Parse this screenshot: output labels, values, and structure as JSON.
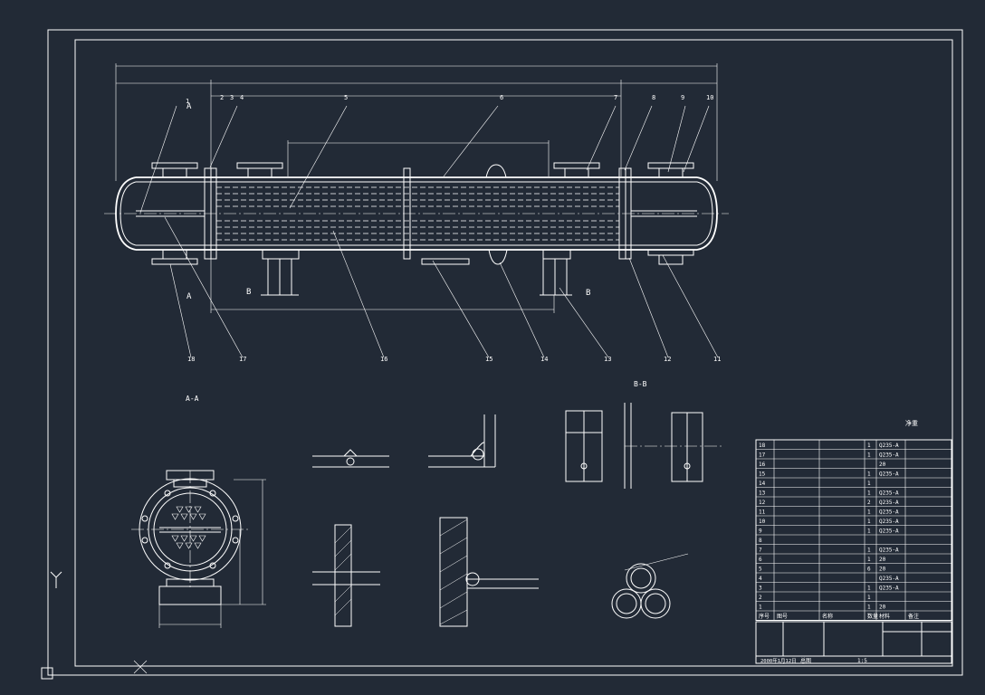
{
  "drawing": {
    "title_aa": "A-A",
    "title_bb": "B-B",
    "scale_note": "1:5",
    "date": "2000年1月12日",
    "sheet_label": "总图",
    "weight_note": "净重",
    "ucs_label": "Y"
  },
  "balloons": [
    "1",
    "2",
    "3",
    "4",
    "5",
    "6",
    "7",
    "8",
    "9",
    "10",
    "11",
    "12",
    "13",
    "14",
    "15",
    "16",
    "17",
    "18"
  ],
  "section_marks": {
    "a": "A",
    "b": "B"
  },
  "bom": {
    "headers": [
      "序号",
      "图号",
      "名称",
      "数量",
      "材料",
      "备注"
    ],
    "rows": [
      {
        "no": "18",
        "code": "",
        "name": "",
        "qty": "1",
        "mat": "Q235-A",
        "note": ""
      },
      {
        "no": "17",
        "code": "",
        "name": "",
        "qty": "1",
        "mat": "Q235-A",
        "note": ""
      },
      {
        "no": "16",
        "code": "",
        "name": "",
        "qty": "",
        "mat": "20",
        "note": ""
      },
      {
        "no": "15",
        "code": "",
        "name": "",
        "qty": "1",
        "mat": "Q235-A",
        "note": ""
      },
      {
        "no": "14",
        "code": "",
        "name": "",
        "qty": "1",
        "mat": "",
        "note": ""
      },
      {
        "no": "13",
        "code": "",
        "name": "",
        "qty": "1",
        "mat": "Q235-A",
        "note": ""
      },
      {
        "no": "12",
        "code": "",
        "name": "",
        "qty": "2",
        "mat": "Q235-A",
        "note": ""
      },
      {
        "no": "11",
        "code": "",
        "name": "",
        "qty": "1",
        "mat": "Q235-A",
        "note": ""
      },
      {
        "no": "10",
        "code": "",
        "name": "",
        "qty": "1",
        "mat": "Q235-A",
        "note": ""
      },
      {
        "no": "9",
        "code": "",
        "name": "",
        "qty": "1",
        "mat": "Q235-A",
        "note": ""
      },
      {
        "no": "8",
        "code": "",
        "name": "",
        "qty": "",
        "mat": "",
        "note": ""
      },
      {
        "no": "7",
        "code": "",
        "name": "",
        "qty": "1",
        "mat": "Q235-A",
        "note": ""
      },
      {
        "no": "6",
        "code": "",
        "name": "",
        "qty": "1",
        "mat": "20",
        "note": ""
      },
      {
        "no": "5",
        "code": "",
        "name": "",
        "qty": "6",
        "mat": "20",
        "note": ""
      },
      {
        "no": "4",
        "code": "",
        "name": "",
        "qty": "",
        "mat": "Q235-A",
        "note": ""
      },
      {
        "no": "3",
        "code": "",
        "name": "",
        "qty": "1",
        "mat": "Q235-A",
        "note": ""
      },
      {
        "no": "2",
        "code": "",
        "name": "",
        "qty": "1",
        "mat": "",
        "note": ""
      },
      {
        "no": "1",
        "code": "",
        "name": "",
        "qty": "1",
        "mat": "20",
        "note": ""
      }
    ]
  },
  "colors": {
    "bg": "#222a36",
    "line": "#ffffff"
  }
}
